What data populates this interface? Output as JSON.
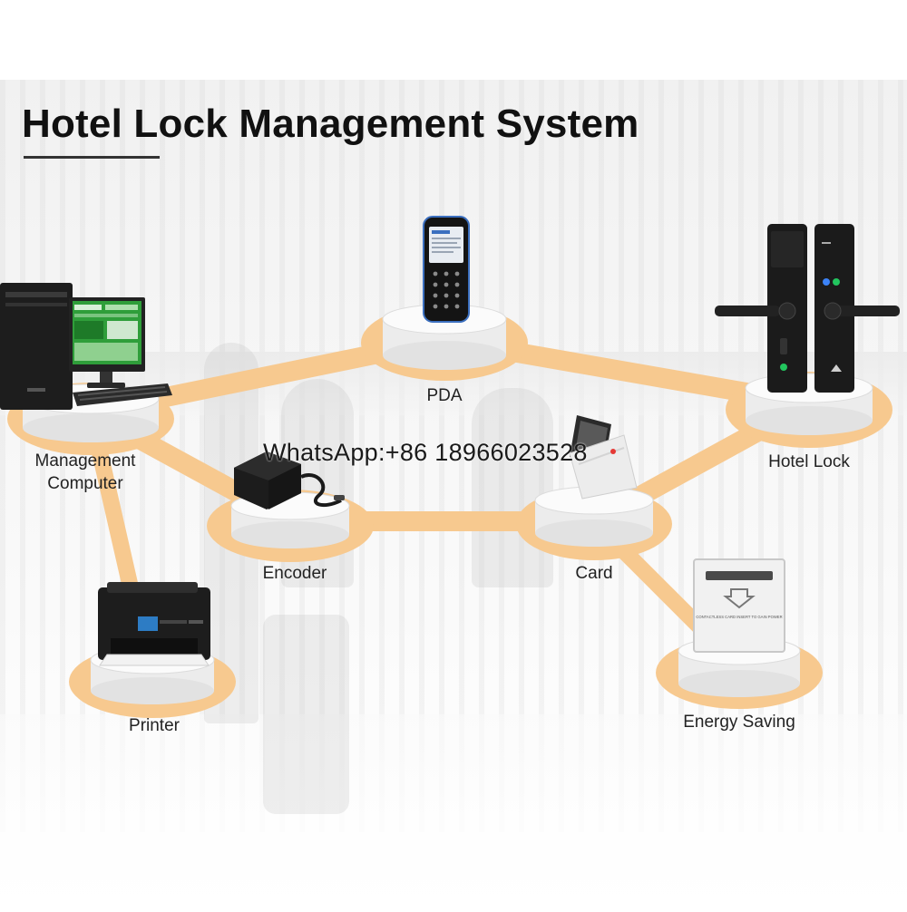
{
  "title": "Hotel Lock Management System",
  "watermark": "WhatsApp:+86 18966023528",
  "nodes": {
    "management_computer": {
      "label_line1": "Management",
      "label_line2": "Computer"
    },
    "pda": {
      "label": "PDA"
    },
    "hotel_lock": {
      "label": "Hotel Lock"
    },
    "encoder": {
      "label": "Encoder"
    },
    "card": {
      "label": "Card"
    },
    "printer": {
      "label": "Printer"
    },
    "energy_saving": {
      "label": "Energy Saving",
      "panel_text": "CONTACTLESS CARD INSERT TO GAIN POWER"
    }
  },
  "colors": {
    "link": "#f7c98f",
    "link_edge": "#efb36a",
    "pedestal": "#ececec",
    "title": "#111111"
  },
  "icons": [
    "desktop-computer-icon",
    "pda-icon",
    "door-lock-icon",
    "card-encoder-icon",
    "rfid-card-icon",
    "printer-icon",
    "energy-saving-switch-icon"
  ]
}
